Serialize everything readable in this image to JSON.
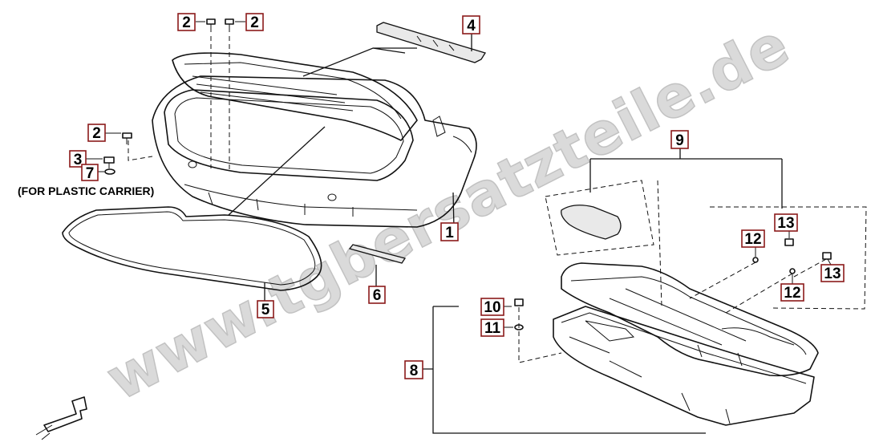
{
  "watermark": "www.tgbersatzteile.de",
  "note": "(FOR PLASTIC CARRIER)",
  "callouts": {
    "c1": "1",
    "c2a": "2",
    "c2b": "2",
    "c2c": "2",
    "c3": "3",
    "c4": "4",
    "c5": "5",
    "c6": "6",
    "c7": "7",
    "c8": "8",
    "c9": "9",
    "c10": "10",
    "c11": "11",
    "c12a": "12",
    "c12b": "12",
    "c13a": "13",
    "c13b": "13"
  },
  "colors": {
    "callout_border": "#8b1a1a",
    "line": "#111111",
    "watermark": "#d4d4d4"
  }
}
